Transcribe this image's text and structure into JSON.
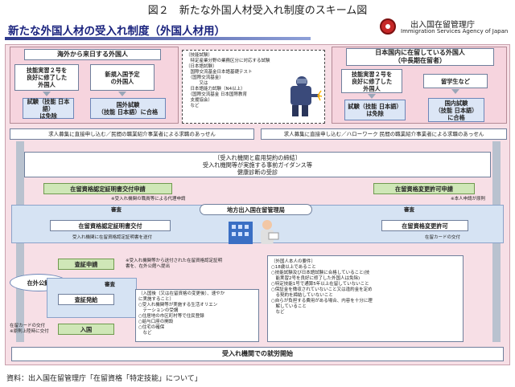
{
  "figure_title": "図２　新たな外国人材受入れ制度のスキーム図",
  "header": {
    "title": "新たな外国人材の受入れ制度（外国人材用）",
    "agency_jp": "出入国在留管理庁",
    "agency_en": "Immigration Services Agency of Japan"
  },
  "left_group": {
    "title": "海外から来日する外国人",
    "card1": "技能実習２号を\n良好に修了した\n外国人",
    "card2": "新規入国予定\nの外国人",
    "result1": "試験（技能 日本語）\nは免除",
    "result2": "国外試験\n（技能 日本語）に合格"
  },
  "right_group": {
    "title": "日本国内に在留している外国人\n（中長期在留者）",
    "card1": "技能実習２号を\n良好に修了した\n外国人",
    "card2": "留学生など",
    "result1": "試験（技能 日本語）\nは免除",
    "result2": "国内試験\n（技能 日本語）\nに合格"
  },
  "exam_note": "〔技能試験〕\n　特定産業分野の業務区分に対応する試験\n〔日本語試験〕\n　国際交流基金日本語基礎テスト\n　（国際交流基金）\n　　　又は\n　日本語能力試験（N4以上）\n　（国際交流基金 日本国際教育\n　支援協会）\n　など",
  "recruit_left": "求人募集に直接申し込む／民間の職業紹介事業者による求職のあっせん",
  "recruit_right": "求人募集に直接申し込む／ハローワーク 民間の職業紹介事業者による求職のあっせん",
  "contract": {
    "title": "〔受入れ機関と雇用契約の締結〕",
    "line1": "受入れ機関等が実施する事前ガイダンス等",
    "line2": "健康診断の受診"
  },
  "left_flow": {
    "apply_coe": "在留資格認定証明書交付申請",
    "proxy_note": "※受入れ機関の職員等による代理申請",
    "review": "審査",
    "issue_coe": "在留資格認定証明書交付",
    "send_note": "受入れ機関に在留資格認定証明書を送付",
    "visa_apply": "査証申請",
    "visa_note": "※受入れ機関等から送付された在留資格認定証明\n書を、在外公館へ提出",
    "embassy": "在外公館",
    "visa_review": "審査",
    "visa_issue": "査証発給",
    "entry": "入国",
    "card_note": "在留カードの交付\n※原則上陸時に交付"
  },
  "right_flow": {
    "change_apply": "在留資格変更許可申請",
    "self_note": "※本人申請が原則",
    "review": "審査",
    "change_permit": "在留資格変更許可",
    "card_note": "在留カードの交付"
  },
  "center": {
    "office": "地方出入国在留管理局"
  },
  "after_entry_note": "〔入国後（又は在留資格の変更後）、速やか\nに実施すること〕\n○受入れ機関等が実施する生活オリエン\n　テーションの受講\n○住居地の市区町村等で住民登録\n○給与口座の開設\n○住宅の確保\n　など",
  "requirements_note": "〔外国人本人の要件〕\n○18歳以上であること\n○技能試験及び日本語試験に合格していること(技\n　能実習2号を良好に修了した外国人は免除)\n○特定技能1号で通算5年以上在留していないこと\n○保証金を徴収されていないこと又は違約金を定め\n　る契約を締結していないこと\n○自らが負担する費用がある場合、内容を十分に理\n　解していること\n　など",
  "final": "受入れ機関での就労開始",
  "source": "資料：出入国在留管理庁「在留資格「特定技能」について」"
}
